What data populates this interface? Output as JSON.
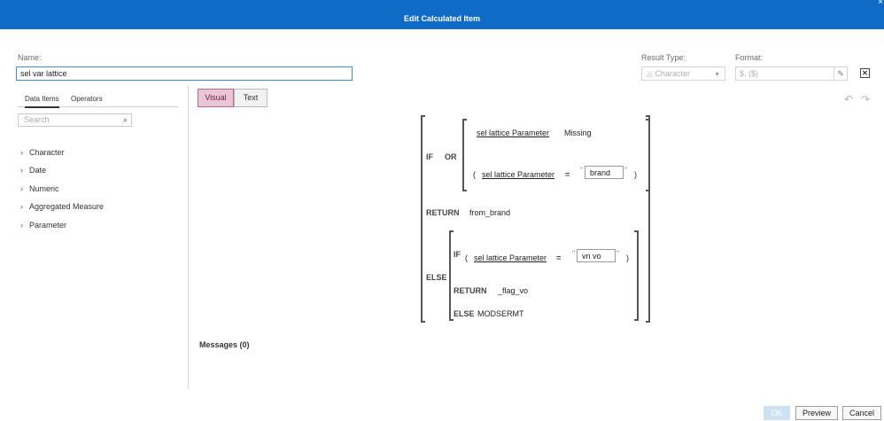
{
  "dialog": {
    "title": "Edit Calculated Item"
  },
  "name": {
    "label": "Name:",
    "value": "sel var lattice"
  },
  "result_type": {
    "label": "Result Type:",
    "value": "Character",
    "icon": "character-type-icon"
  },
  "format": {
    "label": "Format:",
    "value": "$. ($)"
  },
  "left_panel": {
    "tabs": [
      {
        "label": "Data Items",
        "active": true
      },
      {
        "label": "Operators",
        "active": false
      }
    ],
    "search_placeholder": "Search",
    "tree": [
      {
        "label": "Character"
      },
      {
        "label": "Date"
      },
      {
        "label": "Numeric"
      },
      {
        "label": "Aggregated Measure"
      },
      {
        "label": "Parameter"
      }
    ]
  },
  "mode": {
    "visual": "Visual",
    "text": "Text",
    "active": "Visual"
  },
  "expression": {
    "if": "IF",
    "or": "OR",
    "param1": "sel lattice Parameter",
    "missing": "Missing",
    "open_paren": "(",
    "close_paren": ")",
    "equals": "=",
    "quote": "\"",
    "brand_value": "brand",
    "return": "RETURN",
    "from_brand": "from_brand",
    "else": "ELSE",
    "inner_if": "IF",
    "vn_vo_value": "vn vo",
    "inner_return": "RETURN",
    "flag_vo": "_flag_vo",
    "inner_else": "ELSE",
    "modsermt": "MODSERMT"
  },
  "messages": {
    "label": "Messages (0)"
  },
  "footer": {
    "ok": "OK",
    "preview": "Preview",
    "cancel": "Cancel"
  }
}
